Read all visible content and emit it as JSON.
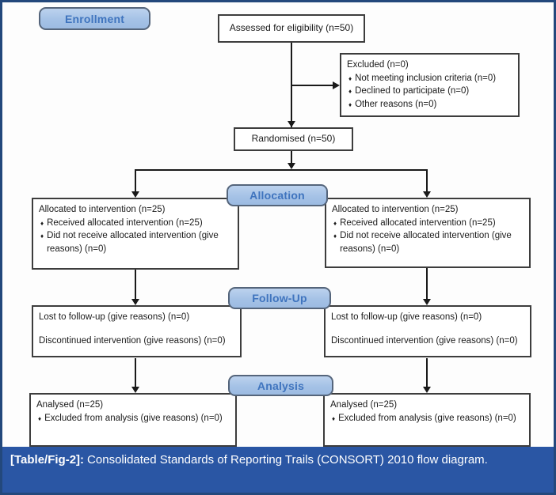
{
  "figure": {
    "caption_prefix": "[Table/Fig-2]:",
    "caption_text": "Consolidated Standards of Reporting Trails (CONSORT) 2010 flow diagram."
  },
  "glyphs": {
    "bullet": "♦"
  },
  "colors": {
    "frame_blue": "#23487C",
    "caption_bg": "#2A56A4",
    "stage_label_fill": "#A9C6E8",
    "stage_label_border": "#55657B",
    "stage_label_text": "#3F74BE",
    "box_border": "#3D3D3D",
    "connector_line": "#1A1A1A"
  },
  "stage_labels": {
    "enrollment": "Enrollment",
    "allocation": "Allocation",
    "follow_up": "Follow-Up",
    "analysis": "Analysis"
  },
  "boxes": {
    "assessed": {
      "text": "Assessed for eligibility (n=50)"
    },
    "excluded": {
      "title": "Excluded (n=0)",
      "items": [
        "Not meeting inclusion criteria (n=0)",
        "Declined to participate (n=0)",
        "Other reasons (n=0)"
      ]
    },
    "randomised": {
      "text": "Randomised (n=50)"
    },
    "allocation_left": {
      "title": "Allocated to intervention (n=25)",
      "items": [
        "Received allocated intervention (n=25)",
        "Did not receive allocated intervention (give reasons) (n=0)"
      ]
    },
    "allocation_right": {
      "title": "Allocated to intervention (n=25)",
      "items": [
        "Received allocated intervention (n=25)",
        "Did not receive allocated intervention (give reasons) (n=0)"
      ]
    },
    "follow_up_left": {
      "lines": [
        "Lost to follow-up (give reasons) (n=0)",
        "Discontinued intervention (give reasons) (n=0)"
      ]
    },
    "follow_up_right": {
      "lines": [
        "Lost to follow-up (give reasons) (n=0)",
        "Discontinued intervention (give reasons) (n=0)"
      ]
    },
    "analysis_left": {
      "title": "Analysed (n=25)",
      "items": [
        "Excluded from analysis (give reasons) (n=0)"
      ]
    },
    "analysis_right": {
      "title": "Analysed (n=25)",
      "items": [
        "Excluded from analysis (give reasons) (n=0)"
      ]
    }
  }
}
